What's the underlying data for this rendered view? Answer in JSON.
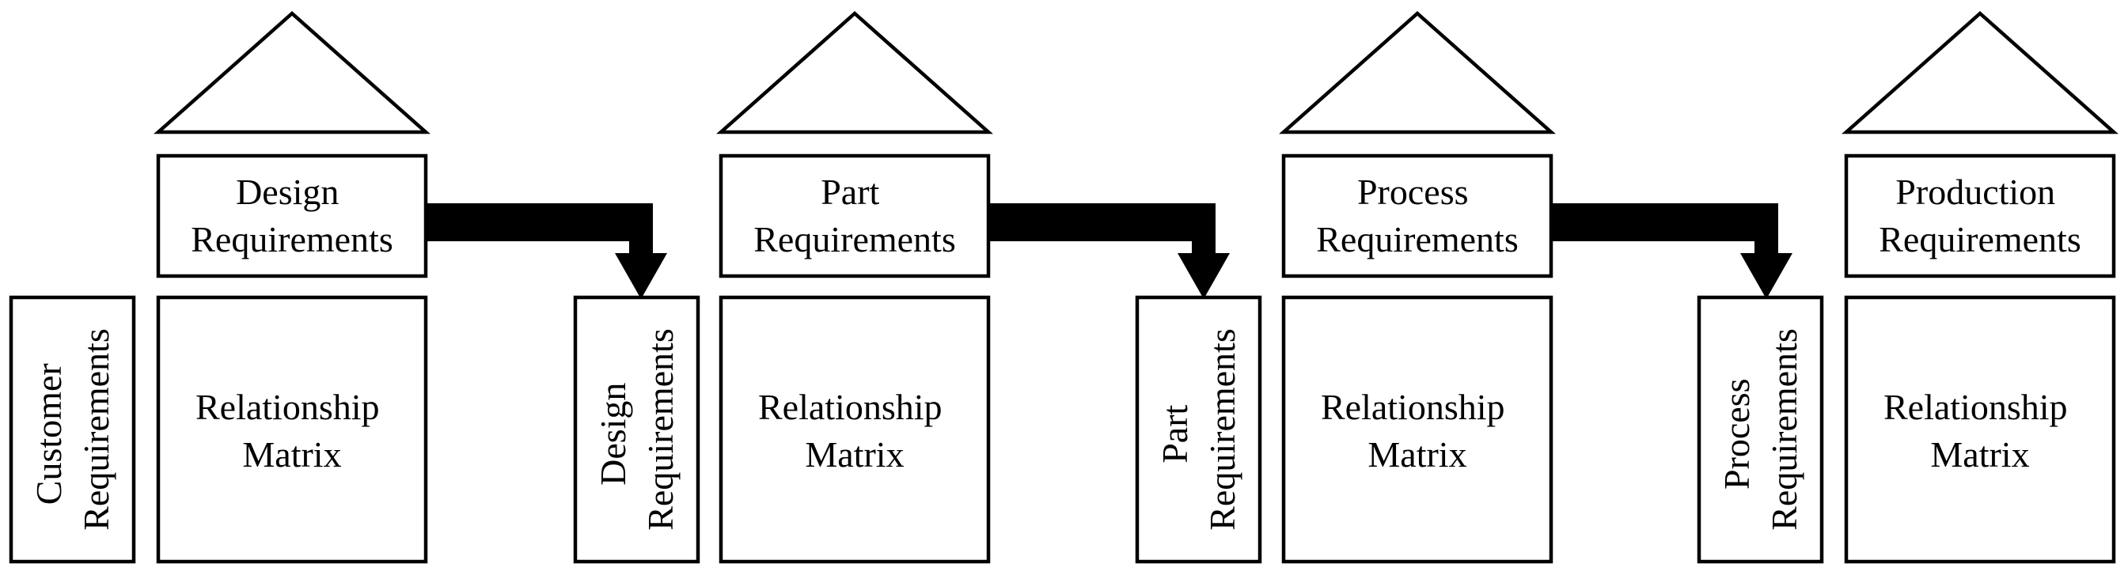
{
  "stages": [
    {
      "side_label": [
        "Customer",
        "Requirements"
      ],
      "top_label": [
        "Design",
        "Requirements"
      ],
      "matrix_label": [
        "Relationship",
        "Matrix"
      ]
    },
    {
      "side_label": [
        "Design",
        "Requirements"
      ],
      "top_label": [
        "Part",
        "Requirements"
      ],
      "matrix_label": [
        "Relationship",
        "Matrix"
      ]
    },
    {
      "side_label": [
        "Part",
        "Requirements"
      ],
      "top_label": [
        "Process",
        "Requirements"
      ],
      "matrix_label": [
        "Relationship",
        "Matrix"
      ]
    },
    {
      "side_label": [
        "Process",
        "Requirements"
      ],
      "top_label": [
        "Production",
        "Requirements"
      ],
      "matrix_label": [
        "Relationship",
        "Matrix"
      ]
    }
  ]
}
